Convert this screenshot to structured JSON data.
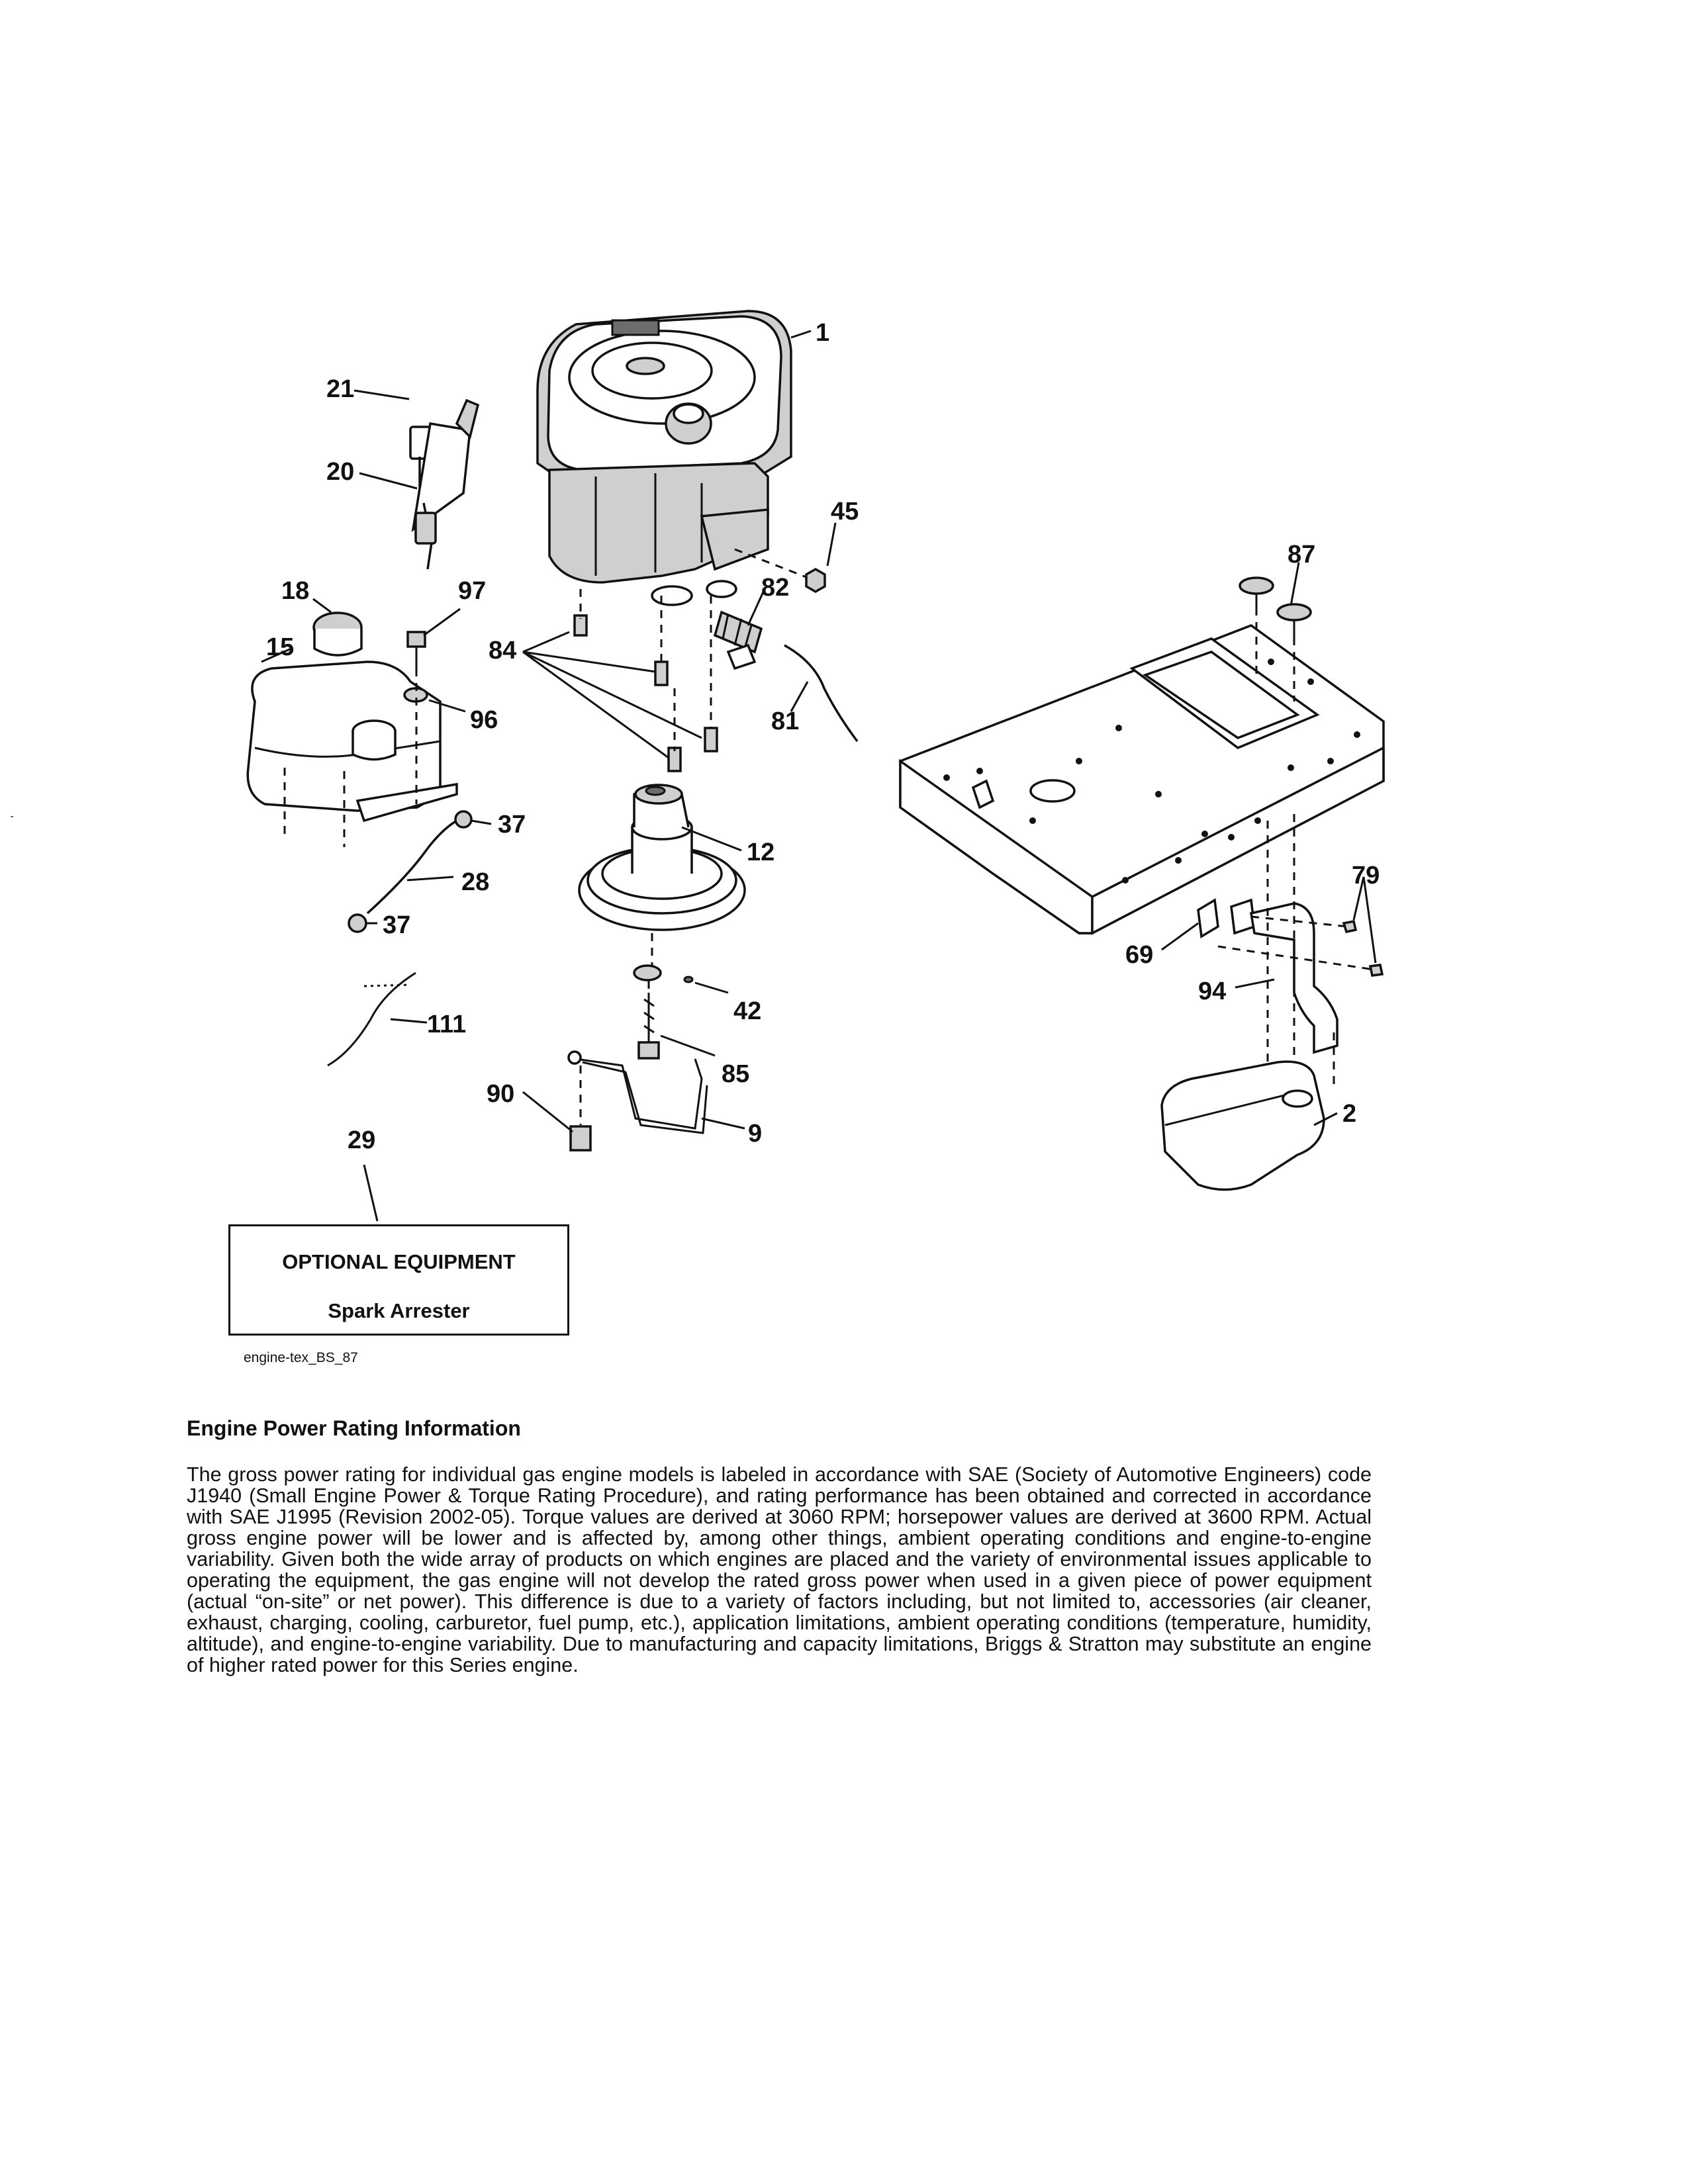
{
  "callouts": {
    "c1": "1",
    "c2": "2",
    "c9": "9",
    "c12": "12",
    "c15": "15",
    "c18": "18",
    "c20": "20",
    "c21": "21",
    "c28": "28",
    "c29": "29",
    "c37a": "37",
    "c37b": "37",
    "c42": "42",
    "c45": "45",
    "c69": "69",
    "c79": "79",
    "c81": "81",
    "c82": "82",
    "c84": "84",
    "c85": "85",
    "c87": "87",
    "c90": "90",
    "c94": "94",
    "c96": "96",
    "c97": "97",
    "c111": "111"
  },
  "optional_box": {
    "title": "OPTIONAL EQUIPMENT",
    "item": "Spark Arrester"
  },
  "figure_id": "engine-tex_BS_87",
  "info": {
    "heading": "Engine Power Rating Information",
    "body": "The gross power rating for individual gas engine models is labeled in accordance with SAE (Society of Automotive Engineers) code J1940 (Small Engine Power & Torque Rating Procedure), and rating performance has been obtained and corrected in accordance with SAE J1995 (Revision 2002-05). Torque values are derived at 3060 RPM; horsepower values are derived at 3600 RPM. Actual gross engine power will be lower and is affected by, among other things, ambient operating conditions and engine-to-engine variability. Given both the wide array of products on which engines are placed and the variety of environmental issues applicable to operating the equipment, the gas engine will not develop the rated gross power when used in a given piece of power equipment (actual “on-site” or net power). This difference is due to a variety of factors including, but not limited to, accessories (air cleaner, exhaust, charging, cooling, carburetor, fuel pump, etc.), application limitations, ambient operating conditions (temperature, humidity, altitude), and engine-to-engine variability. Due to manufacturing and capacity limitations, Briggs & Stratton may substitute an engine of higher rated power for this Series engine."
  }
}
